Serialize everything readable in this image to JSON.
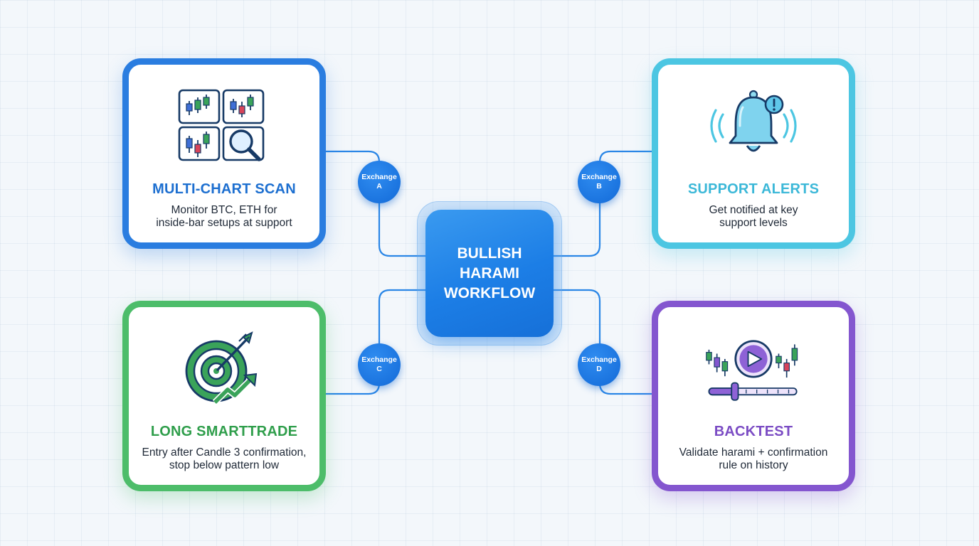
{
  "center": {
    "lines": [
      "BULLISH",
      "HARAMI",
      "WORKFLOW"
    ]
  },
  "nodes": {
    "a": {
      "line1": "Exchange",
      "line2": "A"
    },
    "b": {
      "line1": "Exchange",
      "line2": "B"
    },
    "c": {
      "line1": "Exchange",
      "line2": "C"
    },
    "d": {
      "line1": "Exchange",
      "line2": "D"
    }
  },
  "cards": {
    "scan": {
      "title": "MULTI-CHART SCAN",
      "desc": [
        "Monitor BTC, ETH for",
        "inside-bar setups at support"
      ],
      "icon": "chart-grid-search-icon",
      "color": "#2a7de0"
    },
    "alerts": {
      "title": "SUPPORT ALERTS",
      "desc": [
        "Get notified at key",
        "support levels"
      ],
      "icon": "bell-icon",
      "color": "#4cc6e2"
    },
    "smarttrade": {
      "title": "LONG SMARTTRADE",
      "desc": [
        "Entry after Candle 3 confirmation,",
        "stop below pattern low"
      ],
      "icon": "target-arrow-icon",
      "color": "#4dbd6a"
    },
    "backtest": {
      "title": "BACKTEST",
      "desc": [
        "Validate harami + confirmation",
        "rule on history"
      ],
      "icon": "play-slider-icon",
      "color": "#8456cf"
    }
  },
  "colors": {
    "connector": "#2a86e6",
    "center": "#1c7ee6"
  }
}
